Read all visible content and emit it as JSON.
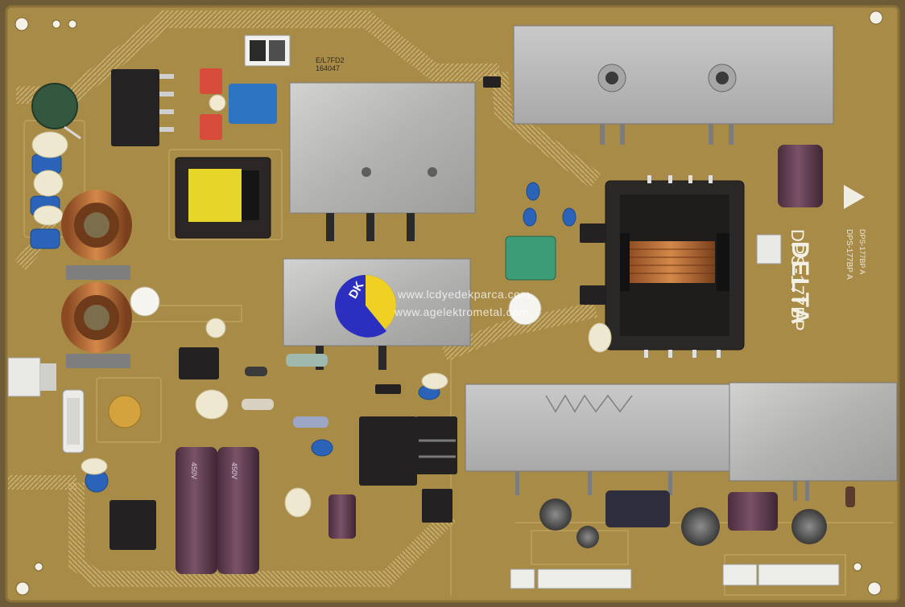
{
  "image": {
    "subject": "switching power supply board",
    "colors": {
      "pcb": "#a88b48",
      "pcb_light": "#b99a55",
      "trace": "#c5a865",
      "heatsink": "#bcbcbc",
      "transformer": "#262423",
      "capacitor_purple": "#5e3a4b",
      "capacitor_blue": "#2a6ec4",
      "badge_blue": "#2a2ec0",
      "badge_yellow": "#f0d020"
    }
  },
  "board_text": {
    "brand": "DELTA",
    "model": "DPS-177BP",
    "model_small": "DPS-177BP A",
    "model_small_2": "DPS-177BP A",
    "label_code_1": "E/L7FD2",
    "label_code_2": "164047",
    "cap_label_1": "450V",
    "cap_label_2": "450V"
  },
  "watermark": {
    "badge": "DK",
    "line1": "www.lcdyedekparca.com",
    "line2": "www.agelektrometal.com"
  }
}
